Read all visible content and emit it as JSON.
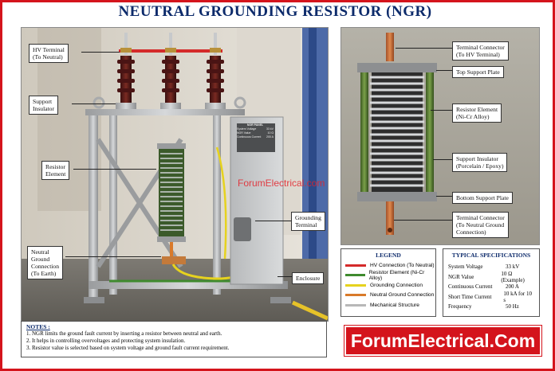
{
  "title": "NEUTRAL GROUNDING RESISTOR (NGR)",
  "left_labels": {
    "hv_terminal": [
      "HV Terminal",
      "(To Neutral)"
    ],
    "support_insulator": [
      "Support",
      "Insulator"
    ],
    "resistor_element": [
      "Resistor",
      "Element"
    ],
    "neutral_ground": [
      "Neutral",
      "Ground",
      "Connection",
      "(To Earth)"
    ],
    "grounding_terminal": [
      "Grounding",
      "Terminal"
    ],
    "enclosure": [
      "Enclosure"
    ]
  },
  "nameplate": {
    "heading": "NGR PANEL",
    "rows": [
      [
        "System Voltage",
        "33 kV"
      ],
      [
        "NGR Value",
        "10 Ω"
      ],
      [
        "Continuous Current",
        "200 A"
      ]
    ]
  },
  "right_labels": {
    "terminal_hv": [
      "Terminal Connector",
      "(To HV Terminal)"
    ],
    "top_plate": [
      "Top Support Plate"
    ],
    "resistor": [
      "Resistor Element",
      "(Ni-Cr Alloy)"
    ],
    "support_ins": [
      "Support Insulator",
      "(Porcelain / Epoxy)"
    ],
    "bottom_plate": [
      "Bottom Support Plate"
    ],
    "terminal_ground": [
      "Terminal Connector",
      "(To Neutral Ground",
      "Connection)"
    ]
  },
  "watermark": "ForumElectrical.com",
  "notes": {
    "heading": "NOTES :",
    "items": [
      "1.  NGR limits the ground fault current by inserting a resistor between neutral and earth.",
      "2.  It helps in controlling overvoltages and protecting system insulation.",
      "3.  Resistor value is selected based on system voltage and ground fault current requirement."
    ]
  },
  "legend": {
    "heading": "LEGEND",
    "items": [
      {
        "label": "HV Connection (To Neutral)",
        "color": "#d42a2a"
      },
      {
        "label": "Resistor Element (Ni-Cr Alloy)",
        "color": "#3f8a2e"
      },
      {
        "label": "Grounding Connection",
        "color": "#e6d21e"
      },
      {
        "label": "Neutral Ground Connection",
        "color": "#d97a2a"
      },
      {
        "label": "Mechanical Structure",
        "color": "#b8b8b8"
      }
    ]
  },
  "specs": {
    "heading": "TYPICAL SPECIFICATIONS",
    "rows": [
      {
        "k": "System Voltage",
        "v": "33 kV"
      },
      {
        "k": "NGR Value",
        "v": "10 Ω (Example)"
      },
      {
        "k": "Continuous Current",
        "v": "200 A"
      },
      {
        "k": "Short Time Current",
        "v": "10 kA for 10 s"
      },
      {
        "k": "Frequency",
        "v": "50 Hz"
      }
    ]
  },
  "brand": "ForumElectrical.Com"
}
